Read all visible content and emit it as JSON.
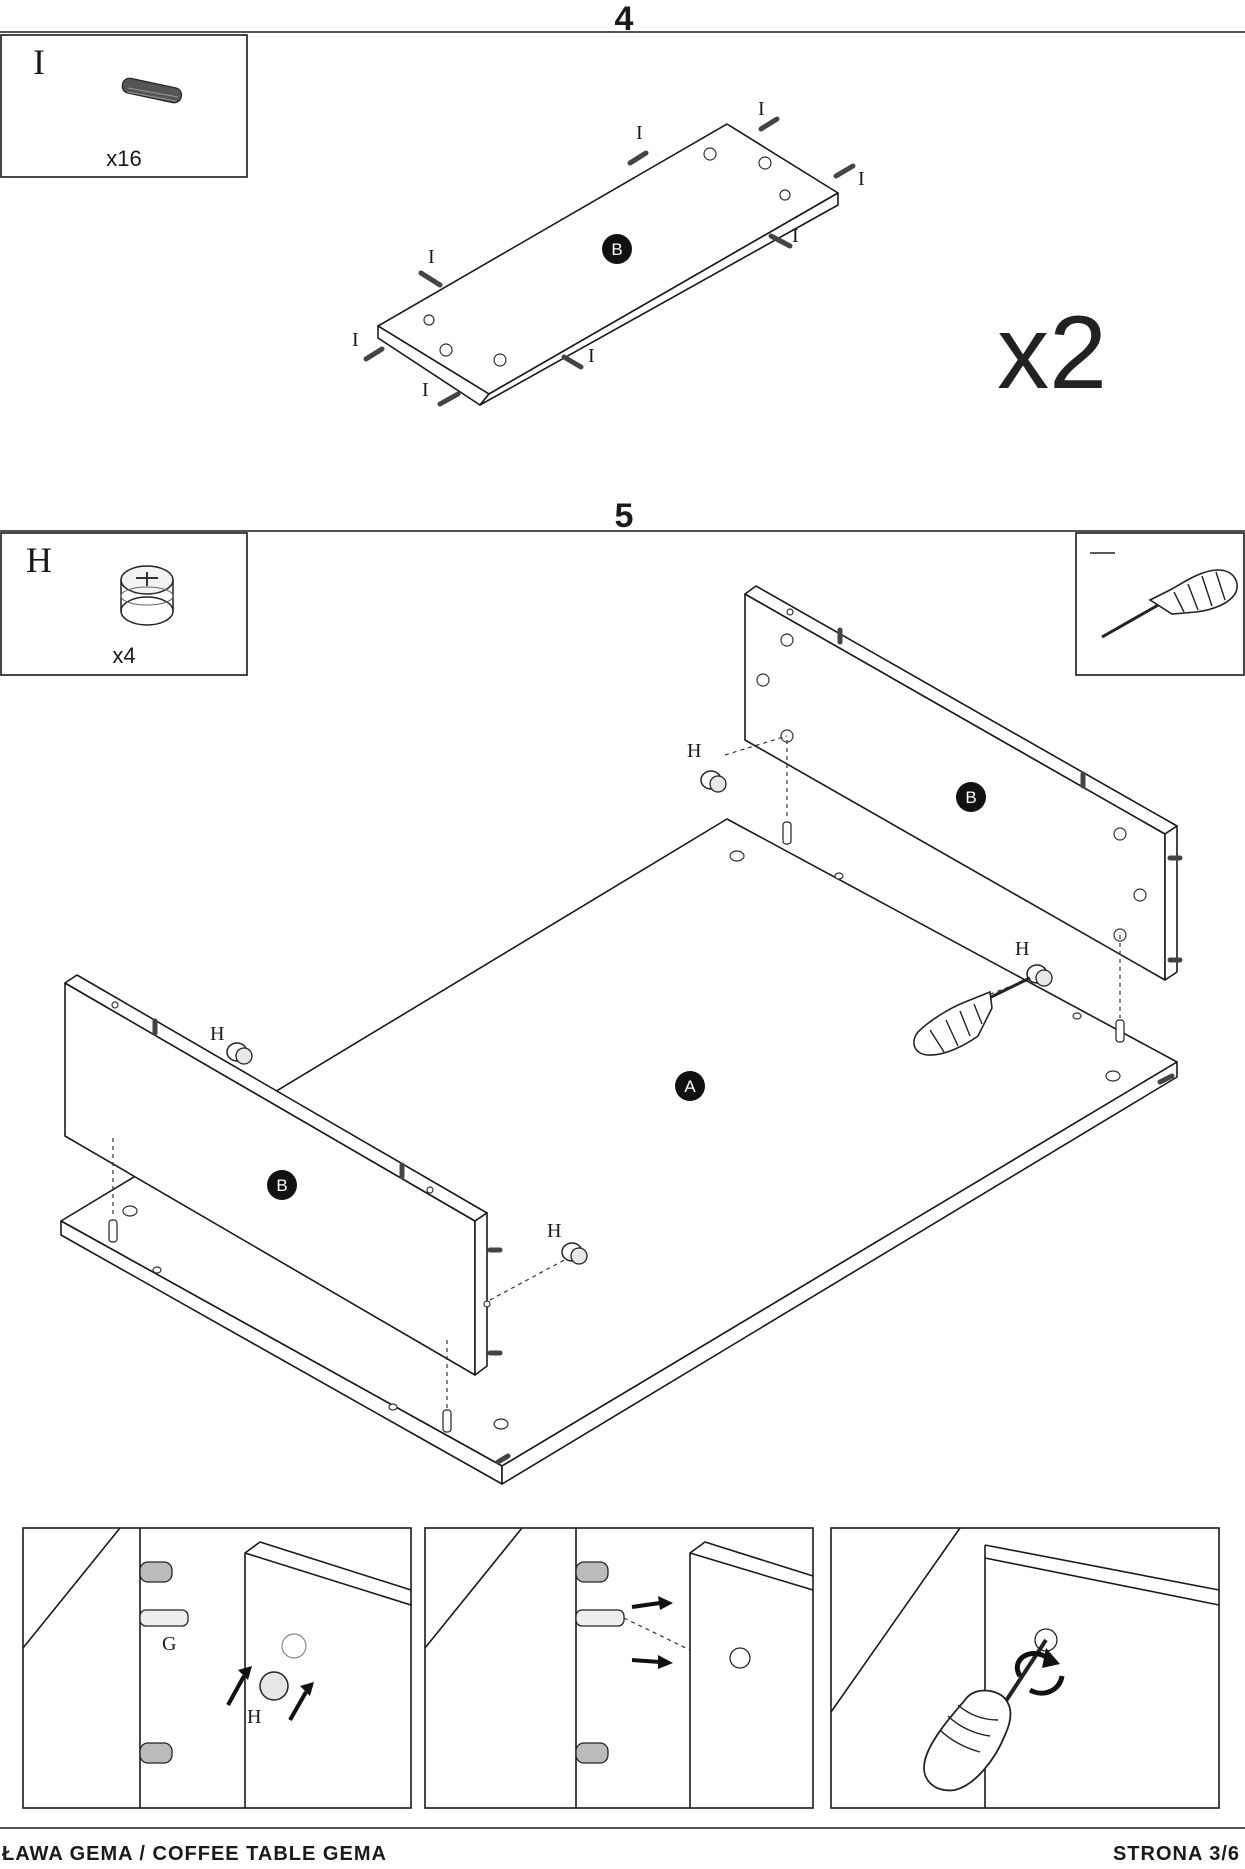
{
  "steps": [
    {
      "number": "4",
      "part_box": {
        "letter": "I",
        "quantity": "x16"
      },
      "panel_badge": "B",
      "dowel_labels": [
        "I",
        "I",
        "I",
        "I",
        "I",
        "I",
        "I",
        "I"
      ],
      "multiplier": "x2"
    },
    {
      "number": "5",
      "part_box": {
        "letter": "H",
        "quantity": "x4"
      },
      "tool_icon": "screwdriver-icon",
      "panel_badges": [
        "B",
        "A",
        "B"
      ],
      "h_labels": [
        "H",
        "H",
        "H",
        "H"
      ],
      "detail_labels": [
        "G",
        "H"
      ]
    }
  ],
  "footer": {
    "title": "ŁAWA GEMA / COFFEE TABLE GEMA",
    "page": "STRONA 3/6"
  },
  "colors": {
    "ink": "#1a1a1a",
    "badge": "#111111",
    "paper": "#ffffff"
  }
}
